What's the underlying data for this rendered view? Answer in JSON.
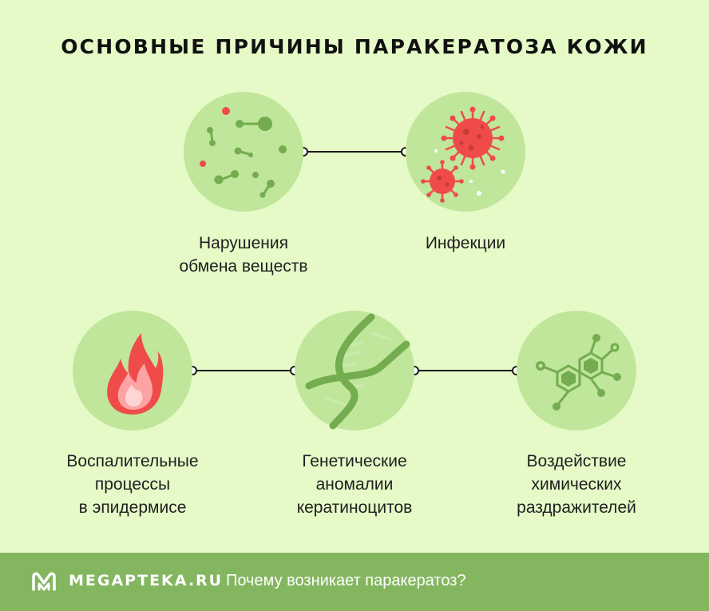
{
  "title": "ОСНОВНЫЕ ПРИЧИНЫ ПАРАКЕРАТОЗА КОЖИ",
  "colors": {
    "background": "#e6fac8",
    "circle": "#bfe69a",
    "green_dark": "#74ac50",
    "red": "#ef4b4b",
    "footer": "#84b65f"
  },
  "causes": [
    {
      "id": "metabolism",
      "icon": "molecules-icon",
      "label": "Нарушения\nобмена веществ"
    },
    {
      "id": "infections",
      "icon": "virus-icon",
      "label": "Инфекции"
    },
    {
      "id": "inflammation",
      "icon": "flame-icon",
      "label": "Воспалительные\nпроцессы\nв эпидермисе"
    },
    {
      "id": "genetic",
      "icon": "dna-icon",
      "label": "Генетические\nаномалии\nкератиноцитов"
    },
    {
      "id": "chemical",
      "icon": "chemical-structure-icon",
      "label": "Воздействие\nхимических\nраздражителей"
    }
  ],
  "footer": {
    "logo_icon": "megapteka-logo-icon",
    "brand": "MEGAPTEKA.RU",
    "question": "Почему возникает паракератоз?"
  }
}
